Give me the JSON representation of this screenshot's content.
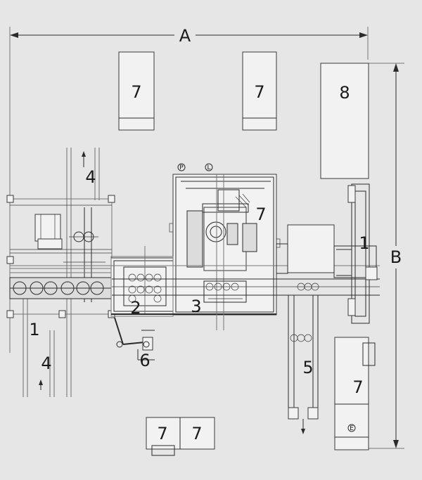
{
  "dimensions": {
    "width_label": "A",
    "height_label": "B"
  },
  "callouts": {
    "conveyor_left": "1",
    "conveyor_right": "1",
    "unit_2": "2",
    "unit_3": "3",
    "arrow_top_4": "4",
    "arrow_bottom_4": "4",
    "outfeed_5": "5",
    "panel_6": "6",
    "cab_top_left": "7",
    "cab_top_mid": "7",
    "cab_center": "7",
    "cab_right": "7",
    "cab_bottom_1": "7",
    "cab_bottom_2": "7",
    "cab_8": "8"
  },
  "markers": {
    "p": "P",
    "l": "L",
    "e": "E"
  },
  "colors": {
    "background": "#e6e6e6",
    "line": "#2a2a2a",
    "fill": "#f2f2f2"
  }
}
